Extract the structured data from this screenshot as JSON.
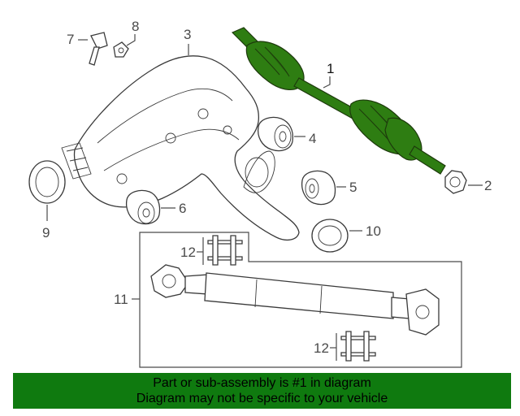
{
  "diagram": {
    "callouts": {
      "c1": "1",
      "c2": "2",
      "c3": "3",
      "c4": "4",
      "c5": "5",
      "c6": "6",
      "c7": "7",
      "c8": "8",
      "c9": "9",
      "c10": "10",
      "c11": "11",
      "c12a": "12",
      "c12b": "12"
    },
    "highlighted_part": "1",
    "highlight_color": "#2e7d12"
  },
  "banner": {
    "line1": "Part or sub-assembly is #1 in diagram",
    "line2": "Diagram may not be specific to your vehicle",
    "background_color": "#0f7a0f"
  }
}
